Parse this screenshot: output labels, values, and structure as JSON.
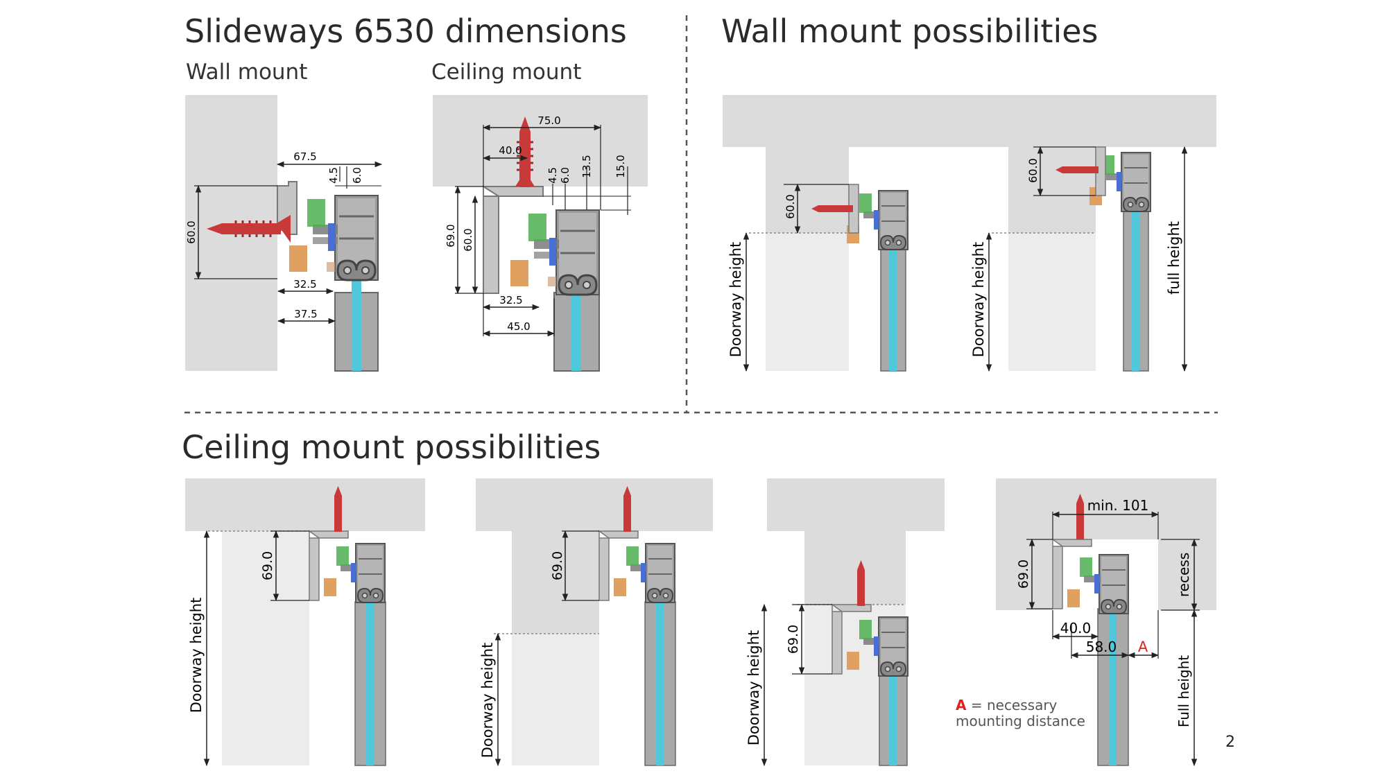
{
  "titles": {
    "dimensions": "Slideways 6530 dimensions",
    "wall_mount": "Wall mount",
    "ceiling_mount": "Ceiling mount",
    "wall_possibilities": "Wall mount possibilities",
    "ceiling_possibilities": "Ceiling mount possibilities"
  },
  "dim_wall": {
    "d1": "67.5",
    "d2": "4.5",
    "d3": "6.0",
    "d4": "60.0",
    "d5": "32.5",
    "d6": "37.5"
  },
  "dim_ceiling": {
    "d1": "75.0",
    "d2": "40.0",
    "d3": "4.5",
    "d4": "6.0",
    "d5": "13.5",
    "d6": "15.0",
    "d7": "69.0",
    "d8": "60.0",
    "d9": "32.5",
    "d10": "45.0"
  },
  "wall_poss": {
    "dim1": "60.0",
    "dim2": "60.0",
    "doorway1": "Doorway height",
    "doorway2": "Doorway height",
    "full": "full height"
  },
  "ceil_poss": {
    "dim1": "69.0",
    "dim2": "69.0",
    "dim3": "69.0",
    "dim4": "69.0",
    "doorway1": "Doorway height",
    "doorway2": "Doorway height",
    "doorway3": "Doorway height",
    "min": "min. 101",
    "d40": "40.0",
    "d58": "58.0",
    "a": "A",
    "recess": "recess",
    "full": "Full height"
  },
  "legend": {
    "a": "A",
    "text1": "= necessary",
    "text2": "mounting distance"
  },
  "page_number": "2",
  "colors": {
    "concrete": "#dcdcdc",
    "fill_light": "#ececec",
    "rail": "#a9a9a9",
    "glass": "#4fc8dc",
    "screw": "#c83a3a",
    "green": "#4caf50",
    "orange": "#e0a060",
    "blue": "#4a6fd4",
    "accent_red": "#e02020"
  }
}
